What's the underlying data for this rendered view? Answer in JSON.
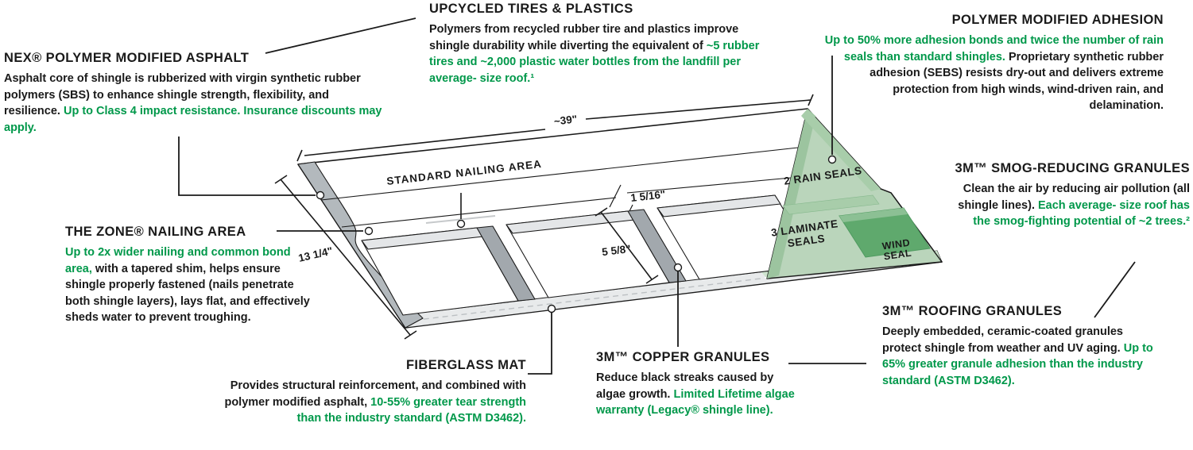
{
  "colors": {
    "accent_green": "#00984A",
    "ink": "#1a1a1a",
    "seal_light_green": "#bad5bb",
    "seal_dark_green": "#5fa96d"
  },
  "callouts": {
    "nex": {
      "heading": "NEX® POLYMER MODIFIED ASPHALT",
      "body_black": "Asphalt core of shingle is rubberized with virgin synthetic rubber polymers (SBS) to enhance shingle strength, flexibility, and resilience.",
      "body_green": "Up to Class 4 impact resistance. Insurance discounts may apply."
    },
    "upcycled": {
      "heading": "UPCYCLED TIRES & PLASTICS",
      "body_black": "Polymers from recycled rubber tire and plastics improve shingle durability while diverting the equivalent of",
      "body_green": "~5 rubber tires and ~2,000 plastic water bottles from the landfill per average- size roof.¹"
    },
    "adhesion": {
      "heading": "POLYMER MODIFIED ADHESION",
      "body_green": "Up to 50% more adhesion bonds and twice the number of rain seals than standard shingles.",
      "body_black": "Proprietary synthetic rubber adhesion (SEBS) resists dry-out and delivers extreme protection from high winds, wind-driven rain, and delamination."
    },
    "smog": {
      "heading": "3M™ SMOG-REDUCING GRANULES",
      "body_black": "Clean the air by reducing air pollution (all shingle lines).",
      "body_green": "Each average- size roof has the smog-fighting potential of ~2 trees.²"
    },
    "roofing": {
      "heading": "3M™ ROOFING GRANULES",
      "body_black": "Deeply embedded, ceramic-coated granules protect shingle from weather and UV aging.",
      "body_green": "Up to 65% greater granule adhesion than the industry standard (ASTM D3462)."
    },
    "copper": {
      "heading": "3M™ COPPER GRANULES",
      "body_black": "Reduce black streaks caused by algae growth.",
      "body_green": "Limited Lifetime algae warranty (Legacy® shingle line)."
    },
    "fiberglass": {
      "heading": "FIBERGLASS MAT",
      "body_black": "Provides structural reinforcement, and combined with polymer modified asphalt,",
      "body_green": "10-55% greater tear strength than the industry standard (ASTM D3462)."
    },
    "zone": {
      "heading": "THE ZONE® NAILING AREA",
      "body_green": "Up to 2x wider nailing and common bond area,",
      "body_black": "with a tapered shim, helps ensure shingle properly fastened (nails penetrate both shingle layers), lays flat, and effectively sheds water to prevent troughing."
    }
  },
  "diagram": {
    "labels": {
      "nailing_area": "STANDARD NAILING AREA",
      "width_dim": "~39\"",
      "offset_dim": "1 5/16\"",
      "exposure_dim": "5 5/8\"",
      "height_dim": "13 1/4\"",
      "rain_seals": "2 RAIN SEALS",
      "laminate_seals_line1": "3 LAMINATE",
      "laminate_seals_line2": "SEALS",
      "wind_seal_line1": "WIND",
      "wind_seal_line2": "SEAL"
    }
  }
}
